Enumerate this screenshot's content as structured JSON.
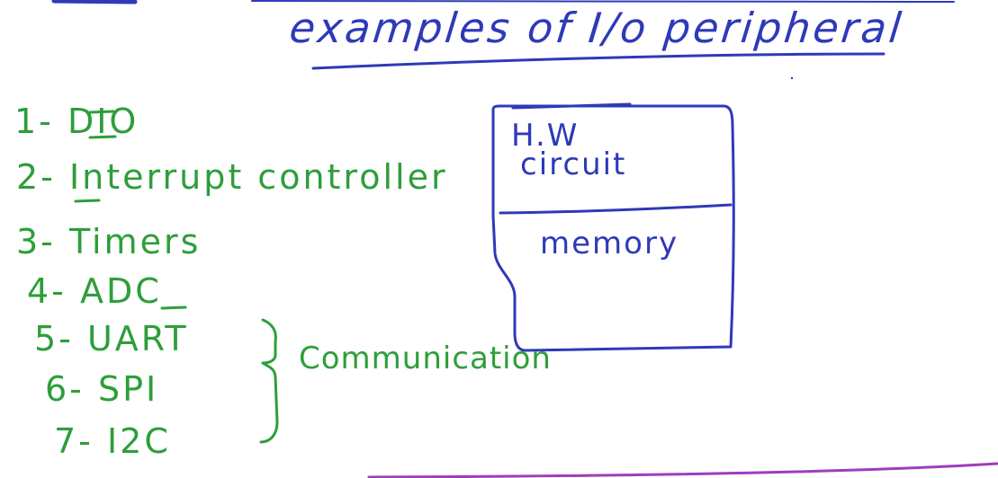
{
  "colors": {
    "list_ink": "#2e9e3a",
    "diagram_ink": "#2e3ab8",
    "bottom_stroke": "#a23cbd"
  },
  "title": "examples of I/o peripheral",
  "list": {
    "items": [
      "1- DIO",
      "2- Interrupt controller",
      "3- Timers",
      "4- ADC",
      "5- UART",
      "6- SPI",
      "7- I2C"
    ],
    "group_label": "Communication"
  },
  "diagram": {
    "upper_section": [
      "H.W",
      "circuit"
    ],
    "lower_section": "memory"
  }
}
